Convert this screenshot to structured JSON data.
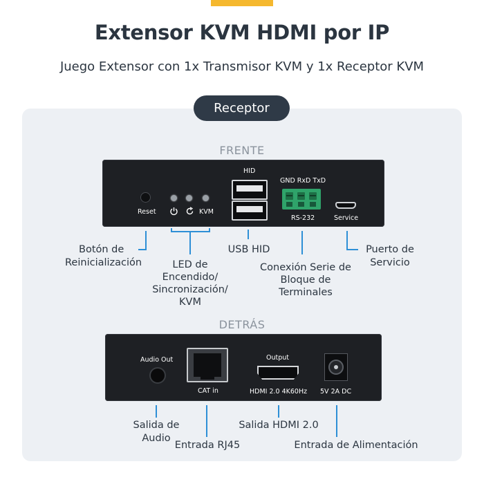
{
  "header": {
    "title": "Extensor KVM HDMI por IP",
    "subtitle": "Juego Extensor con 1x Transmisor KVM y 1x Receptor KVM"
  },
  "badge": {
    "label": "Receptor"
  },
  "front": {
    "section_label": "FRENTE",
    "panel": {
      "reset": "Reset",
      "kvm": "KVM",
      "hid": "HID",
      "terminal_pins": "GND RxD TxD",
      "rs232": "RS-232",
      "service": "Service"
    },
    "callouts": {
      "reset_l1": "Botón de",
      "reset_l2": "Reinicialización",
      "led_l1": "LED de",
      "led_l2": "Encendido/",
      "led_l3": "Sincronización/",
      "led_l4": "KVM",
      "usb": "USB HID",
      "serial_l1": "Conexión Serie de",
      "serial_l2": "Bloque de",
      "serial_l3": "Terminales",
      "service_l1": "Puerto de",
      "service_l2": "Servicio"
    }
  },
  "back": {
    "section_label": "DETRÁS",
    "panel": {
      "audio_out": "Audio Out",
      "cat_in": "CAT in",
      "output": "Output",
      "hdmi": "HDMI 2.0 4K60Hz",
      "dc": "5V 2A DC"
    },
    "callouts": {
      "audio_l1": "Salida de",
      "audio_l2": "Audio",
      "rj45": "Entrada RJ45",
      "hdmi": "Salida HDMI 2.0",
      "power": "Entrada de Alimentación"
    }
  },
  "colors": {
    "accent": "#f5b82e",
    "badge": "#2f3a47",
    "leader": "#2d8fd6",
    "panel_bg": "#edf0f4",
    "terminal_block": "#2fa36a"
  }
}
